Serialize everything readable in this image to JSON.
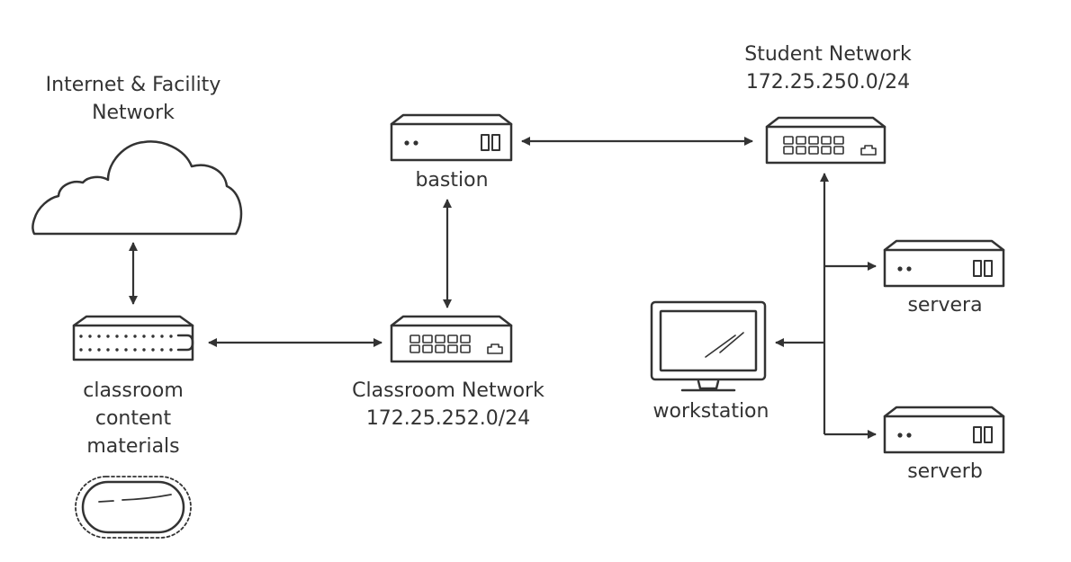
{
  "diagram": {
    "colors": {
      "stroke": "#333333",
      "fill": "#ffffff",
      "text": "#333333"
    },
    "nodes": {
      "internet": {
        "label_line1": "Internet & Facility",
        "label_line2": "Network",
        "icon": "cloud-icon"
      },
      "classroom_content": {
        "label_line1": "classroom",
        "label_line2": "content",
        "label_line3": "materials",
        "icon": "server-rack-icon"
      },
      "storage": {
        "icon": "disk-icon"
      },
      "bastion": {
        "label": "bastion",
        "icon": "server-icon"
      },
      "classroom_network": {
        "label_line1": "Classroom Network",
        "label_line2": "172.25.252.0/24",
        "icon": "switch-icon"
      },
      "student_network": {
        "label_line1": "Student Network",
        "label_line2": "172.25.250.0/24",
        "icon": "switch-icon"
      },
      "workstation": {
        "label": "workstation",
        "icon": "monitor-icon"
      },
      "servera": {
        "label": "servera",
        "icon": "server-icon"
      },
      "serverb": {
        "label": "serverb",
        "icon": "server-icon"
      }
    },
    "connections": [
      {
        "from": "internet",
        "to": "classroom_content",
        "style": "bidirectional"
      },
      {
        "from": "classroom_content",
        "to": "classroom_network",
        "style": "bidirectional"
      },
      {
        "from": "classroom_network",
        "to": "bastion",
        "style": "bidirectional"
      },
      {
        "from": "bastion",
        "to": "student_network",
        "style": "bidirectional"
      },
      {
        "from": "student_network",
        "to": "servera",
        "style": "arrow"
      },
      {
        "from": "student_network",
        "to": "workstation",
        "style": "arrow"
      },
      {
        "from": "student_network",
        "to": "serverb",
        "style": "arrow"
      }
    ]
  }
}
